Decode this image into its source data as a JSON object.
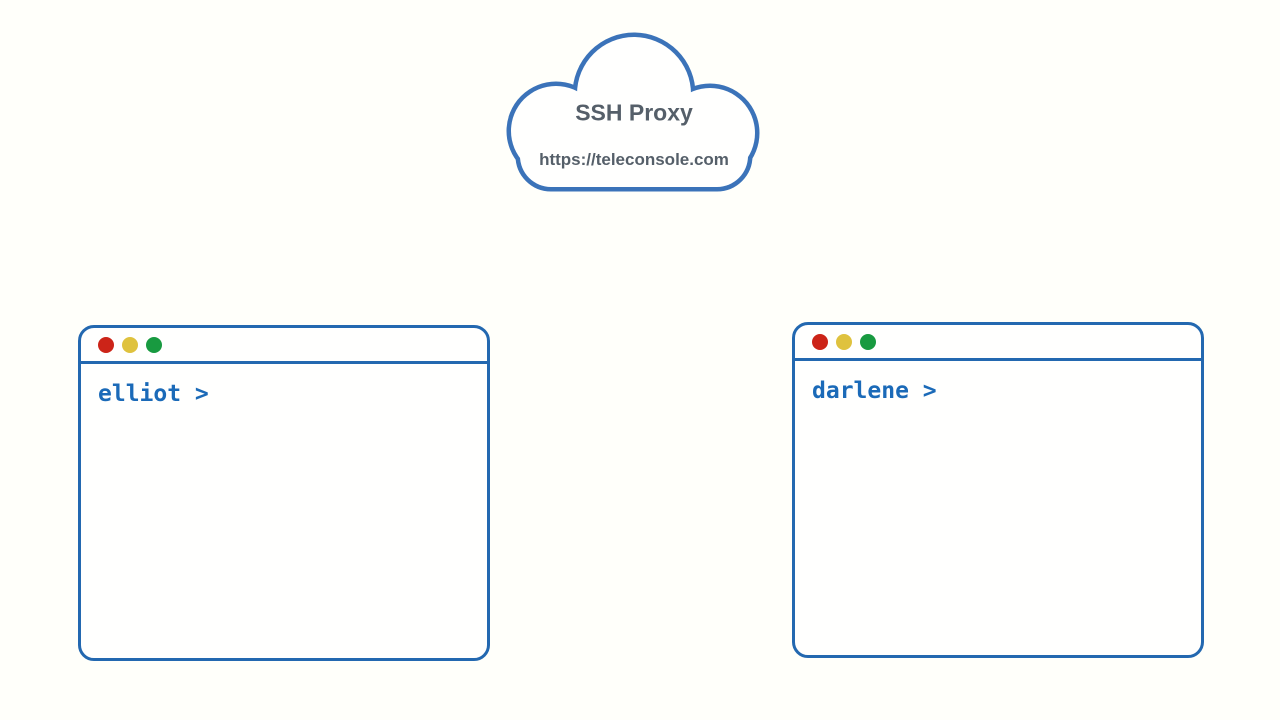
{
  "diagram": {
    "cloud": {
      "title": "SSH Proxy",
      "url": "https://teleconsole.com"
    },
    "terminals": [
      {
        "user": "elliot",
        "prompt": "elliot >"
      },
      {
        "user": "darlene",
        "prompt": "darlene >"
      }
    ],
    "window_button_icons": [
      "close-dot",
      "minimize-dot",
      "fullscreen-dot"
    ],
    "colors": {
      "background": "#fffffa",
      "cloud_outline": "#3b73b9",
      "terminal_border": "#2368b0",
      "prompt_text": "#1b6ab8",
      "cloud_text": "#555f69",
      "traffic_red": "#cc2418",
      "traffic_yellow": "#dfc23e",
      "traffic_green": "#189a40"
    }
  }
}
